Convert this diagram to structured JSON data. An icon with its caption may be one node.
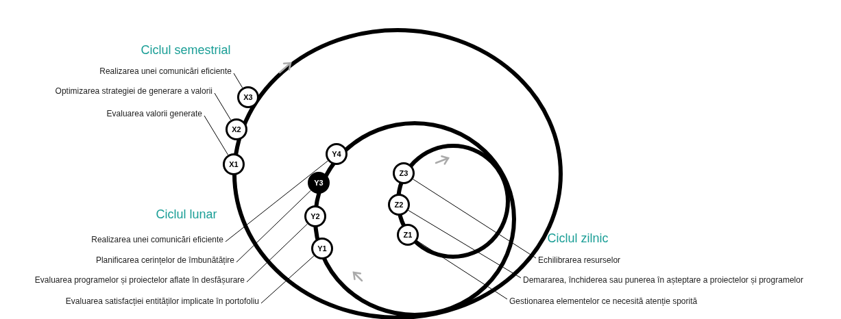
{
  "diagram": {
    "nodes": [
      {
        "text": [
          "Realizarea unei comunicări eficiente"
        ]
      },
      {
        "text": [
          "Optimizarea strategiei de generare a valorii"
        ]
      },
      {
        "text": [
          "Evaluarea valorii generate"
        ]
      },
      {
        "text": [
          "X3"
        ]
      },
      {
        "text": [
          "X2"
        ]
      },
      {
        "text": [
          "X1"
        ]
      },
      {
        "text": [
          "Y4"
        ]
      },
      {
        "text": [
          "Y3"
        ]
      },
      {
        "text": [
          "Y2"
        ]
      },
      {
        "text": [
          "Y1"
        ]
      },
      {
        "text": [
          "Z3"
        ]
      },
      {
        "text": [
          "Z2"
        ]
      },
      {
        "text": [
          "Z1"
        ]
      },
      {
        "text": [
          "Realizarea unei comunicări eficiente"
        ]
      },
      {
        "text": [
          "Planificarea cerințelor de îmbunătățire"
        ]
      },
      {
        "text": [
          "Evaluarea programelor și proiectelor aflate în desfășurare"
        ]
      },
      {
        "text": [
          "Evaluarea satisfacției entităților implicate în portofoliu"
        ]
      },
      {
        "text": [
          "Echilibrarea resurselor"
        ]
      },
      {
        "text": [
          "Demararea, închiderea sau punerea în așteptare a proiectelor și programelor"
        ]
      },
      {
        "text": [
          "Gestionarea elementelor ce necesită atenție sporită"
        ]
      }
    ],
    "edges": [
      {
        "from": 0,
        "to": 3,
        "arrow": "none"
      },
      {
        "from": 1,
        "to": 4,
        "arrow": "none"
      },
      {
        "from": 2,
        "to": 5,
        "arrow": "none"
      },
      {
        "from": 13,
        "to": 6,
        "arrow": "none"
      },
      {
        "from": 14,
        "to": 7,
        "arrow": "none"
      },
      {
        "from": 15,
        "to": 8,
        "arrow": "none"
      },
      {
        "from": 16,
        "to": 9,
        "arrow": "none"
      },
      {
        "from": 17,
        "to": 10,
        "arrow": "none"
      },
      {
        "from": 18,
        "to": 11,
        "arrow": "none"
      },
      {
        "from": 19,
        "to": 12,
        "arrow": "none"
      }
    ],
    "labels": [
      "Ciclul semestrial",
      "Ciclul lunar",
      "Ciclul zilnic"
    ]
  }
}
